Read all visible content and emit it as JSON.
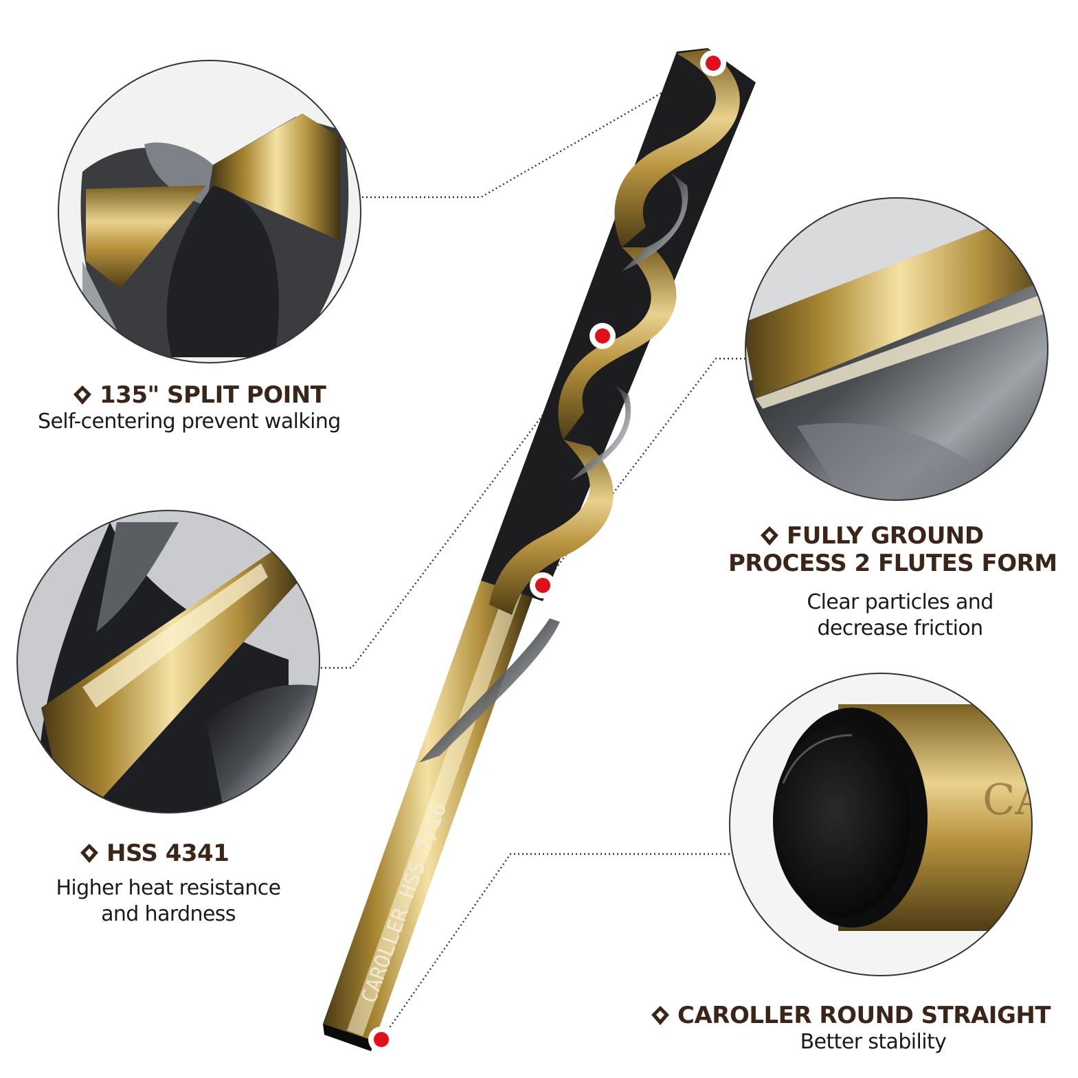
{
  "engraving": "CAROLLER HSS 7/16",
  "shank_engraving": "CA",
  "colors": {
    "text_brown": "#3b2418",
    "marker_red": "#e0101a",
    "gold": "#b8933f",
    "black_steel": "#1c1c1e"
  },
  "features": [
    {
      "icon": "diamond-pin-icon",
      "title": "135\" SPLIT POINT",
      "title_line2": "",
      "desc": "Self-centering prevent walking",
      "desc_line2": ""
    },
    {
      "icon": "diamond-pin-icon",
      "title": "FULLY GROUND",
      "title_line2": "PROCESS 2 FLUTES FORM",
      "desc": "Clear particles and",
      "desc_line2": "decrease friction"
    },
    {
      "icon": "diamond-pin-icon",
      "title": "HSS 4341",
      "title_line2": "",
      "desc": "Higher heat resistance",
      "desc_line2": "and hardness"
    },
    {
      "icon": "diamond-pin-icon",
      "title": "CAROLLER ROUND STRAIGHT",
      "title_line2": "",
      "desc": "Better stability",
      "desc_line2": ""
    }
  ]
}
